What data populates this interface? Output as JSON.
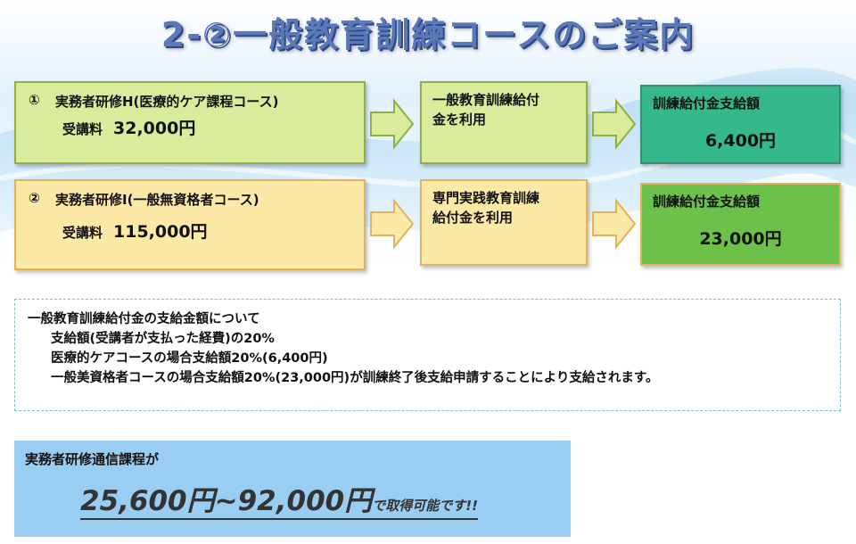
{
  "title": "2-②一般教育訓練コースのご案内",
  "courses": [
    {
      "number": "①",
      "name": "実務者研修H(医療的ケア課程コース)",
      "fee_label": "受講料",
      "fee_amount": "32,000円",
      "benefit_text": "一般教育訓練給付金を利用",
      "benefit_lines": [
        "一般教育訓練給付",
        "金を利用"
      ],
      "result_label": "訓練給付金支給額",
      "result_amount": "6,400円"
    },
    {
      "number": "②",
      "name": "実務者研修I(一般無資格者コース)",
      "fee_label": "受講料",
      "fee_amount": "115,000円",
      "benefit_text": "専門実践教育訓練給付金を利用",
      "benefit_lines": [
        "専門実践教育訓練",
        "給付金を利用"
      ],
      "result_label": "訓練給付金支給額",
      "result_amount": "23,000円"
    }
  ],
  "note": {
    "heading": "一般教育訓練給付金の支給金額について",
    "lines": [
      "支給額(受講者が支払った経費)の20%",
      "医療的ケアコースの場合支給額20%(6,400円)",
      "一般美資格者コースの場合支給額20%(23,000円)が訓練終了後支給申請することにより支給されます。"
    ]
  },
  "promo": {
    "label": "実務者研修通信課程が",
    "range": "25,600円~92,000円",
    "suffix": "で取得可能です!!"
  },
  "colors": {
    "title": "#5b79b8",
    "green_box": "#d9ec9c",
    "yellow_box": "#fde9a6",
    "teal_result": "#36b88e",
    "green_result": "#6cc14a",
    "promo_bg": "#99cdf1"
  },
  "icons": [
    "right-arrow-icon",
    "right-arrow-icon",
    "right-arrow-icon",
    "right-arrow-icon"
  ]
}
